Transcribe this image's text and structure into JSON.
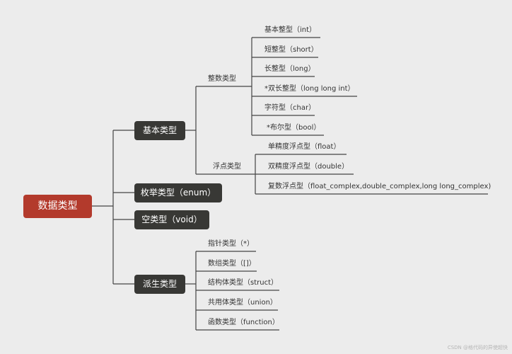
{
  "root": "数据类型",
  "categories": {
    "basic": "基本类型",
    "enum": "枚举类型（enum）",
    "void": "空类型（void）",
    "derived": "派生类型"
  },
  "sub": {
    "integer": "整数类型",
    "float": "浮点类型"
  },
  "integer_types": [
    "基本整型（int）",
    "短整型（short）",
    "长整型（long）",
    "*双长整型（long long int）",
    "字符型（char）",
    "*布尔型（bool）"
  ],
  "float_types": [
    "单精度浮点型（float）",
    "双精度浮点型（double）",
    "复数浮点型（float_complex,double_complex,long long_complex)"
  ],
  "derived_types": [
    "指针类型（*）",
    "数组类型（[]）",
    "结构体类型（struct）",
    "共用体类型（union）",
    "函数类型（function）"
  ],
  "watermark": "CSDN @格代码的异使超快",
  "colors": {
    "root": "#b33a2c",
    "category": "#383835",
    "line": "#444444",
    "background": "#ececec"
  }
}
